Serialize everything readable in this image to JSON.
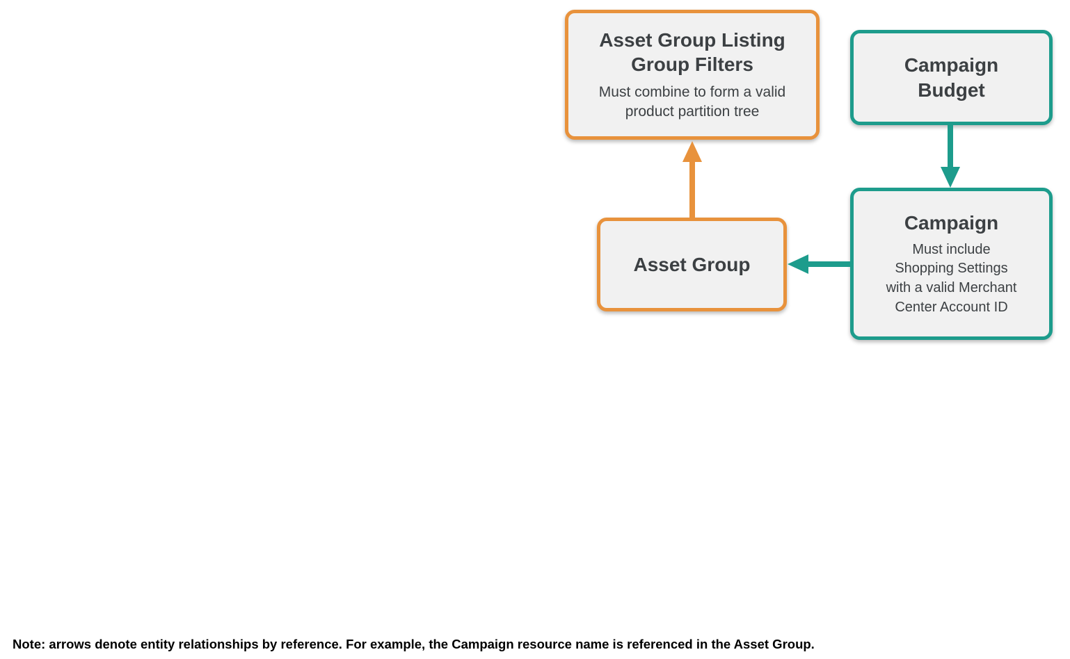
{
  "colors": {
    "orange": "#E8923C",
    "teal": "#1D9C8C",
    "node_background": "#F1F1F1",
    "node_text": "#3C4043",
    "note_text": "#000000"
  },
  "diagram": {
    "nodes": {
      "listing_group_filters": {
        "title": "Asset Group Listing Group Filters",
        "subtitle": "Must combine to form a valid product partition tree",
        "accent": "orange"
      },
      "campaign_budget": {
        "title": "Campaign Budget",
        "accent": "teal"
      },
      "campaign": {
        "title": "Campaign",
        "subtitle": "Must include Shopping Settings with a valid Merchant Center Account ID",
        "accent": "teal"
      },
      "asset_group": {
        "title": "Asset Group",
        "accent": "orange"
      }
    },
    "edges": [
      {
        "from": "asset_group",
        "to": "listing_group_filters",
        "color": "orange",
        "direction": "up"
      },
      {
        "from": "campaign_budget",
        "to": "campaign",
        "color": "teal",
        "direction": "down"
      },
      {
        "from": "campaign",
        "to": "asset_group",
        "color": "teal",
        "direction": "left"
      }
    ],
    "note": "Note: arrows denote entity relationships by reference. For example, the Campaign resource name is referenced in the Asset Group."
  }
}
